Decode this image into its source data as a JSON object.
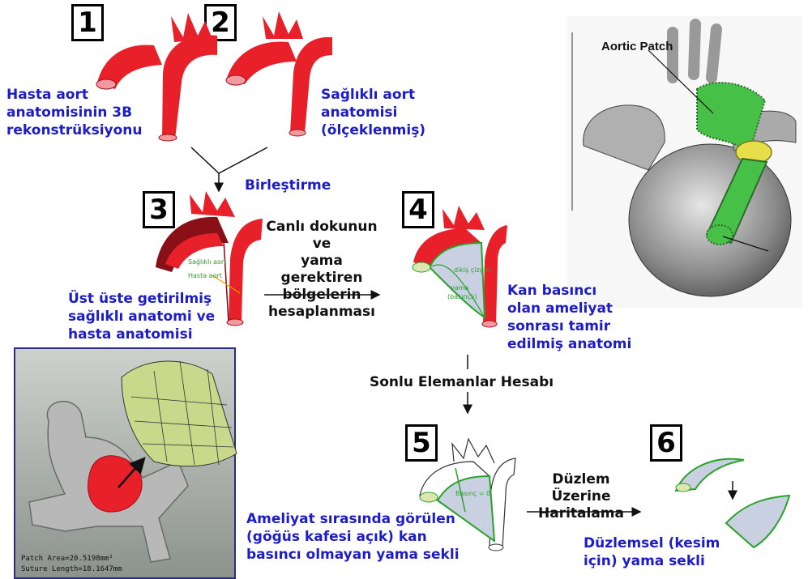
{
  "steps": [
    {
      "number": "1",
      "caption": [
        "Hasta aort",
        "anatomisinin 3B",
        "rekonstrüksiyonu"
      ]
    },
    {
      "number": "2",
      "caption": [
        "Sağlıklı aort",
        "anatomisi",
        "(ölçeklenmiş)"
      ]
    },
    {
      "number": "3",
      "caption": [
        "Üst üste getirilmiş",
        "sağlıklı anatomi ve",
        "hasta anatomisi"
      ],
      "labels": [
        "Sağlıklı aort",
        "Hasta aort"
      ]
    },
    {
      "number": "4",
      "caption": [
        "Kan basıncı",
        "olan ameliyat",
        "sonrası tamir",
        "edilmiş anatomi"
      ],
      "labels": [
        "dikiş çizgisi",
        "yama",
        "(basınçlı)"
      ]
    },
    {
      "number": "5",
      "caption": [
        "Ameliyat sırasında görülen",
        "(göğüs kafesi açık) kan",
        "basıncı olmayan yama sekli"
      ],
      "labels": [
        "Basınç = 0"
      ]
    },
    {
      "number": "6",
      "caption": [
        "Düzlemsel (kesim",
        "için) yama sekli"
      ]
    }
  ],
  "transitions": {
    "merge": "Birleştirme",
    "calc": [
      "Canlı dokunun ve",
      "yama gerektiren",
      "bölgelerin",
      "hesaplanması"
    ],
    "fem": "Sonlu Elemanlar Hesabı",
    "flatten": [
      "Düzlem Üzerine",
      "Haritalama"
    ]
  },
  "illustration": {
    "label": "Aortic Patch"
  },
  "inset": {
    "patch_area": "Patch Area=20.5198mm²",
    "suture_length": "Suture Length=18.1647mm"
  },
  "colors": {
    "aorta_red": "#e8202a",
    "patch_green": "#46c046",
    "caption_blue": "#1c1cc8",
    "patch_fill": "#c9d0e2"
  }
}
